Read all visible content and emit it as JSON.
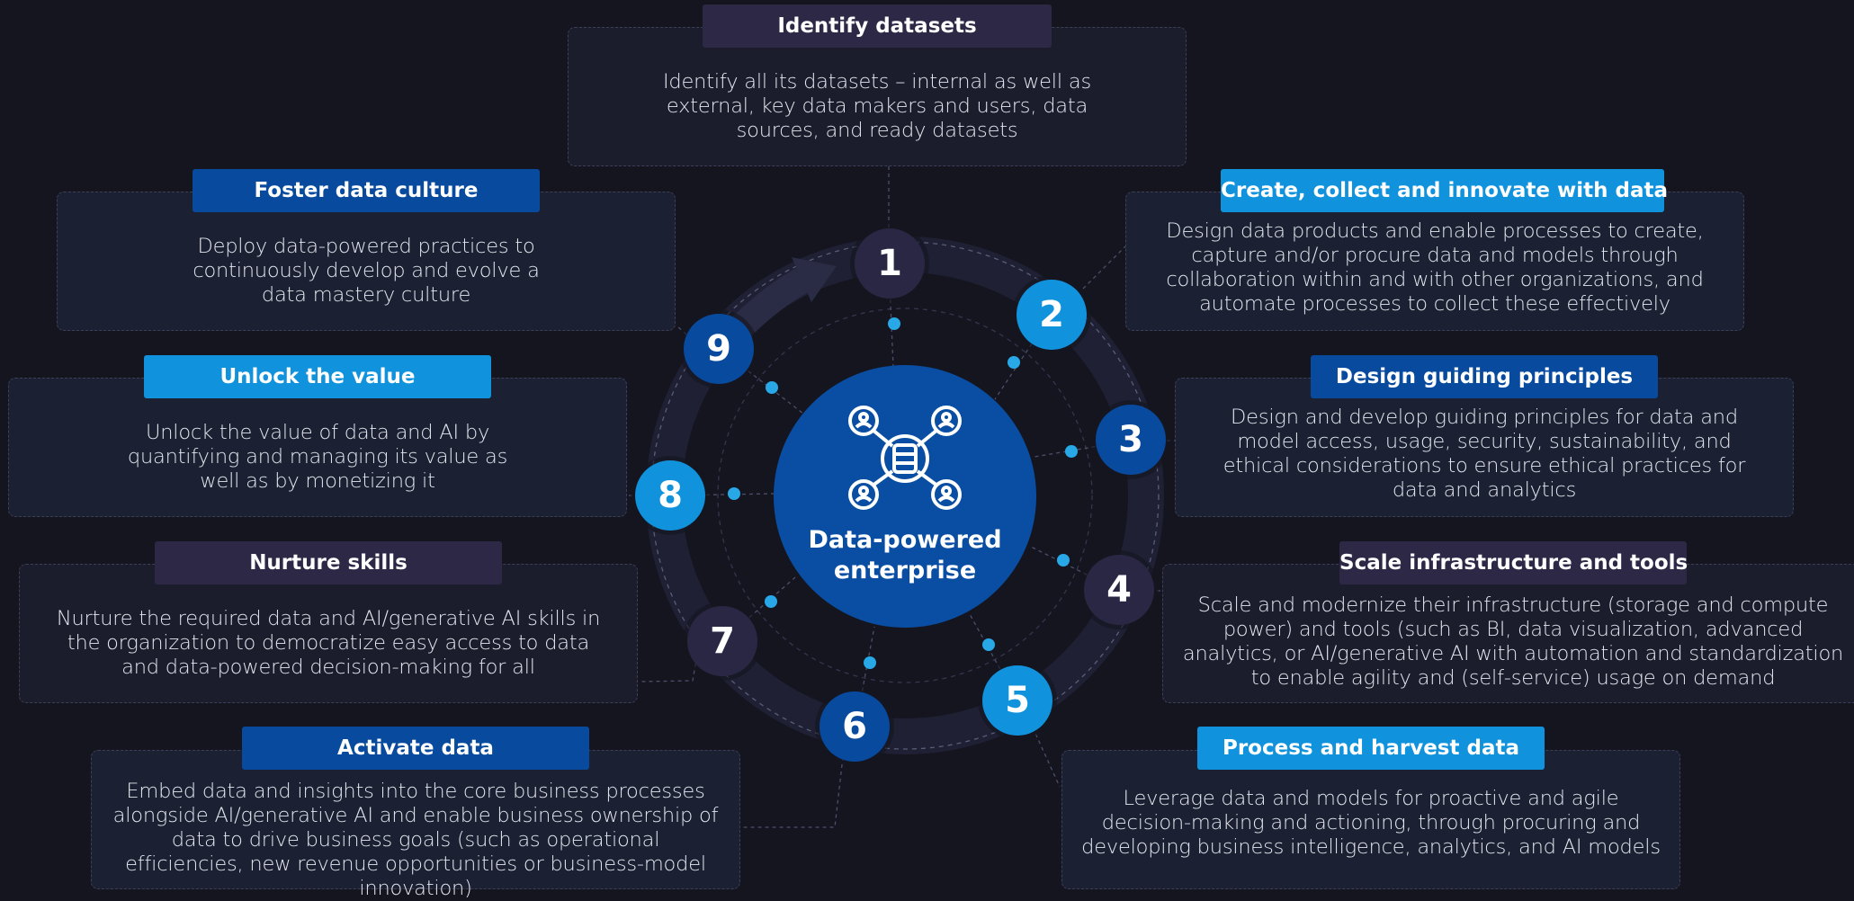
{
  "center": {
    "title": "Data-powered enterprise",
    "icon": "database-network-icon"
  },
  "colors": {
    "background": "#14151f",
    "navy": "#084a9e",
    "sky": "#1192dc",
    "plum": "#2a2745",
    "dot": "#29a8e8"
  },
  "steps": [
    {
      "number": "1",
      "title": "Identify datasets",
      "description": "Identify all its datasets – internal as well as external, key data makers and users, data sources, and ready datasets"
    },
    {
      "number": "2",
      "title": "Create, collect and innovate with data",
      "description": "Design data products and enable processes to create, capture and/or procure data and models through collaboration within and with other organizations, and automate processes to collect these effectively"
    },
    {
      "number": "3",
      "title": "Design guiding principles",
      "description": "Design and develop guiding principles for data and model access, usage, security, sustainability, and ethical considerations to ensure ethical practices for data and analytics"
    },
    {
      "number": "4",
      "title": "Scale infrastructure and tools",
      "description": "Scale and modernize their infrastructure (storage and compute power) and tools (such as BI, data visualization, advanced analytics, or AI/generative AI with automation and standardization to enable agility and (self-service) usage on demand"
    },
    {
      "number": "5",
      "title": "Process and harvest data",
      "description": "Leverage data and models for proactive and agile decision-making and actioning, through procuring and developing business intelligence, analytics, and AI models"
    },
    {
      "number": "6",
      "title": "Activate data",
      "description": "Embed data and insights into the core business processes alongside AI/generative AI and enable business ownership of data to drive business goals (such as operational efficiencies, new revenue opportunities or business-model innovation)"
    },
    {
      "number": "7",
      "title": "Nurture skills",
      "description": "Nurture the required data and AI/generative AI skills in the organization to democratize easy access to data and data-powered decision-making for all"
    },
    {
      "number": "8",
      "title": "Unlock the value",
      "description": "Unlock the value of data and AI by quantifying and managing its value as well as by monetizing it"
    },
    {
      "number": "9",
      "title": "Foster data culture",
      "description": "Deploy data-powered practices to continuously develop and evolve a data mastery culture"
    }
  ]
}
